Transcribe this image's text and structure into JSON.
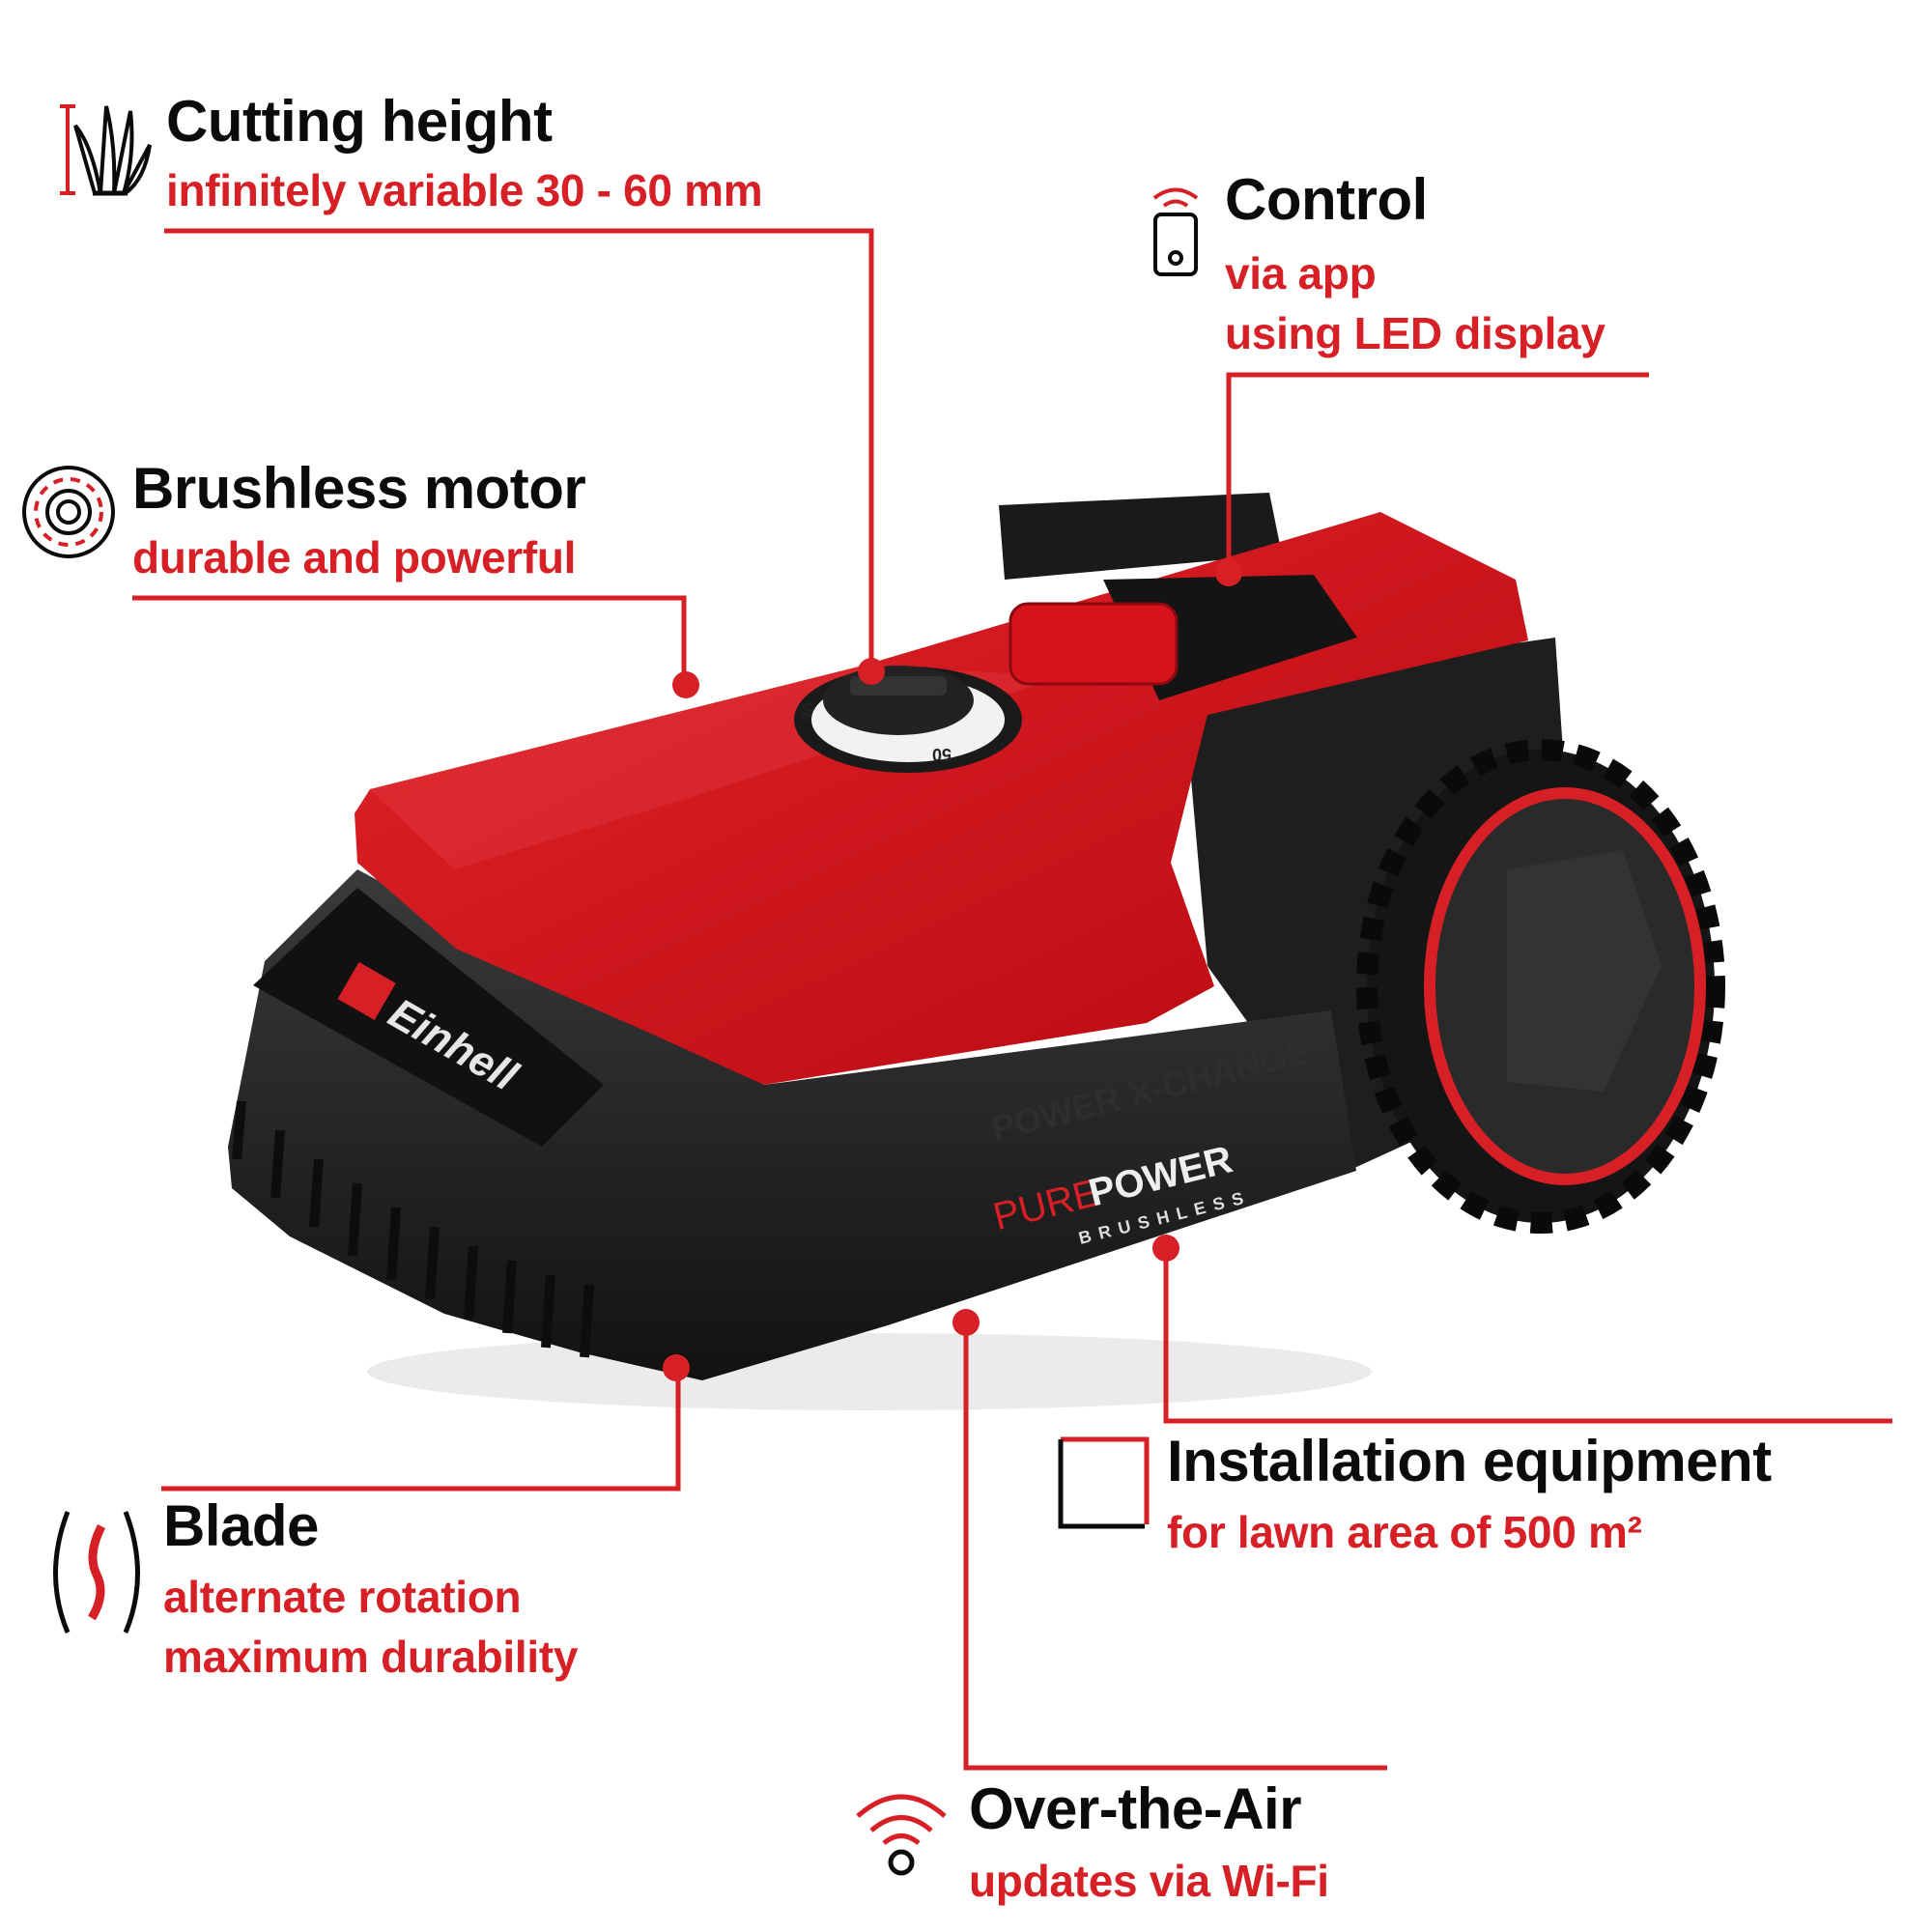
{
  "colors": {
    "accent": "#d71f26",
    "text": "#0b0b0b",
    "body_red": "#d0141b",
    "chassis": "#1c1c1c"
  },
  "features": {
    "cutting_height": {
      "title": "Cutting height",
      "subtitle": "infinitely variable 30 - 60 mm",
      "icon": "grass-height-icon"
    },
    "control": {
      "title": "Control",
      "subtitle_1": "via app",
      "subtitle_2": "using LED display",
      "icon": "smartphone-wireless-icon"
    },
    "brushless_motor": {
      "title": "Brushless motor",
      "subtitle": "durable and powerful",
      "icon": "motor-icon"
    },
    "blade": {
      "title": "Blade",
      "subtitle_1": "alternate rotation",
      "subtitle_2": "maximum durability",
      "icon": "rotating-blade-icon"
    },
    "installation": {
      "title": "Installation equipment",
      "subtitle": "for lawn area of 500 m²",
      "icon": "lawn-area-square-icon"
    },
    "ota": {
      "title": "Over-the-Air",
      "subtitle": "updates via Wi-Fi",
      "icon": "wifi-icon"
    }
  },
  "product": {
    "brand": "Einhell",
    "series_label": "POWER X-CHANGE",
    "tech_label_1": "PURE",
    "tech_label_2": "POWER",
    "tech_label_3": "BRUSHLESS",
    "knob_mark_1": "40",
    "knob_mark_2": "50"
  }
}
